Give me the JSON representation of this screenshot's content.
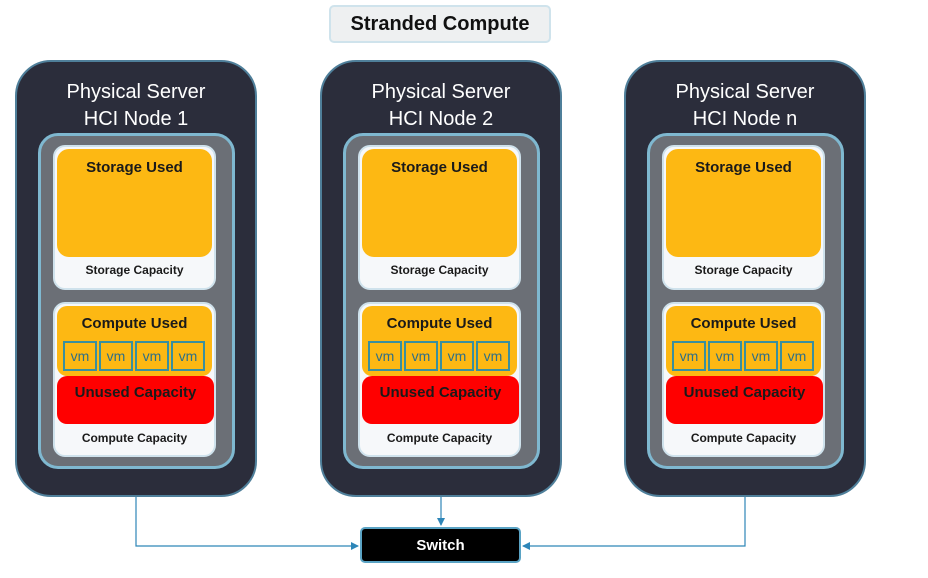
{
  "title": "Stranded Compute",
  "servers": [
    {
      "line1": "Physical Server",
      "line2": "HCI Node 1",
      "storage_used": "Storage Used",
      "storage_capacity": "Storage Capacity",
      "compute_used": "Compute Used",
      "vms": [
        "vm",
        "vm",
        "vm",
        "vm"
      ],
      "unused_capacity": "Unused Capacity",
      "compute_capacity": "Compute Capacity"
    },
    {
      "line1": "Physical Server",
      "line2": "HCI Node 2",
      "storage_used": "Storage Used",
      "storage_capacity": "Storage Capacity",
      "compute_used": "Compute Used",
      "vms": [
        "vm",
        "vm",
        "vm",
        "vm"
      ],
      "unused_capacity": "Unused Capacity",
      "compute_capacity": "Compute Capacity"
    },
    {
      "line1": "Physical Server",
      "line2": "HCI Node n",
      "storage_used": "Storage Used",
      "storage_capacity": "Storage Capacity",
      "compute_used": "Compute Used",
      "vms": [
        "vm",
        "vm",
        "vm",
        "vm"
      ],
      "unused_capacity": "Unused Capacity",
      "compute_capacity": "Compute Capacity"
    }
  ],
  "switch_label": "Switch",
  "colors": {
    "server_bg": "#2b2d3b",
    "used": "#fdb813",
    "unused": "#ff0000",
    "connector": "#2e86b8"
  }
}
